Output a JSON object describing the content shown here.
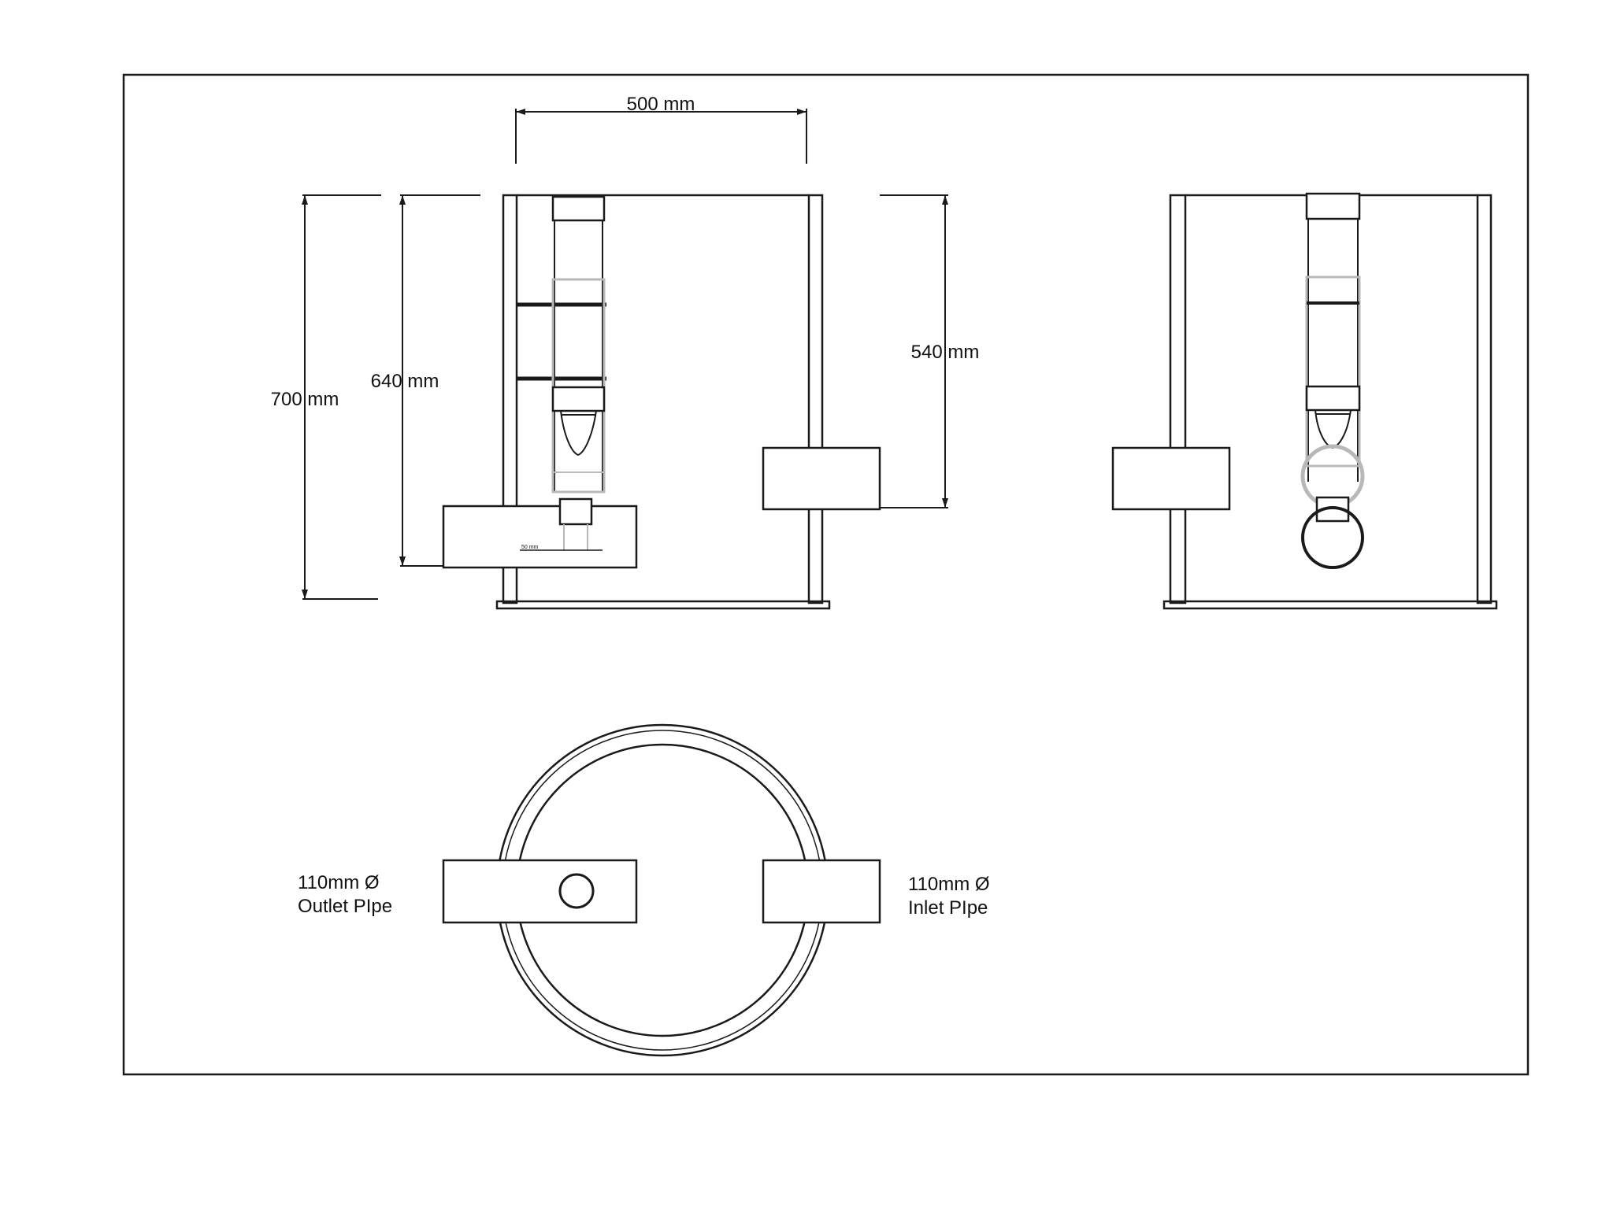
{
  "dimensions": {
    "width_top": "500 mm",
    "height_total": "700 mm",
    "height_outlet": "640 mm",
    "height_inlet": "540 mm",
    "outlet_small": "50 mm"
  },
  "plan_view": {
    "outlet_label_line1": "110mm Ø",
    "outlet_label_line2": "Outlet PIpe",
    "inlet_label_line1": "110mm Ø",
    "inlet_label_line2": "Inlet PIpe"
  }
}
